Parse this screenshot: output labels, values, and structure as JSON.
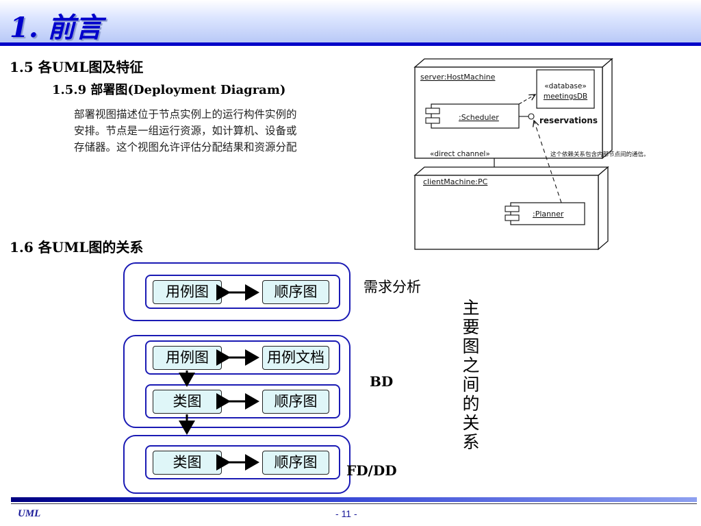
{
  "header": {
    "title": "1. 前言"
  },
  "section_1_5": {
    "heading": "1.5 各UML图及特征"
  },
  "section_1_5_9": {
    "heading": "1.5.9  部署图(Deployment Diagram)",
    "paragraph_lines": [
      "部署视图描述位于节点实例上的运行构件实例的",
      "安排。节点是一组运行资源，如计算机、设备或",
      "存储器。这个视图允许评估分配结果和资源分配"
    ]
  },
  "deployment_diagram": {
    "server_node": "server:HostMachine",
    "database_stereotype": "«database»",
    "database_name": "meetingsDB",
    "scheduler": ":Scheduler",
    "interface_label": "reservations",
    "channel_label": "«direct channel»",
    "dependency_note": "这个依赖关系包含内部节点间的通信。",
    "client_node": "clientMachine:PC",
    "planner": ":Planner"
  },
  "section_1_6": {
    "heading": "1.6 各UML图的关系"
  },
  "relations": {
    "group1": {
      "left": "用例图",
      "right": "顺序图",
      "stage": "需求分析"
    },
    "group2": {
      "row1_left": "用例图",
      "row1_right": "用例文档",
      "row2_left": "类图",
      "row2_right": "顺序图",
      "stage": "BD"
    },
    "group3": {
      "left": "类图",
      "right": "顺序图",
      "stage": "FD/DD"
    },
    "vertical_label": "主要图之间的关系"
  },
  "footer": {
    "left": "UML",
    "page": "- 11 -"
  }
}
